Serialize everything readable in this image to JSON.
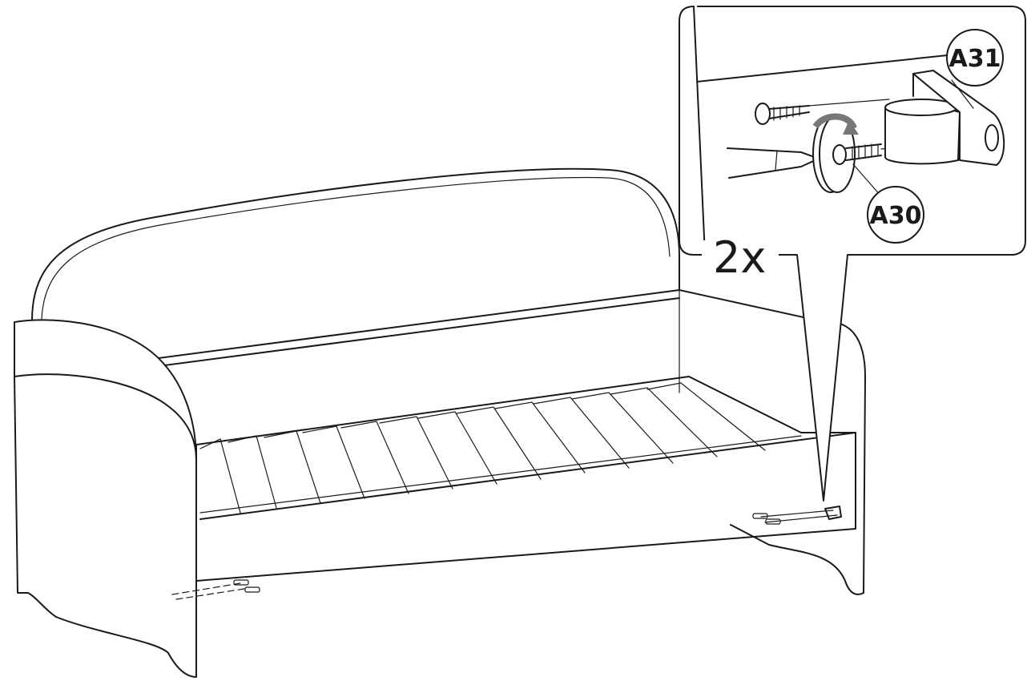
{
  "callout": {
    "quantity": "2x",
    "parts": [
      {
        "id": "A31",
        "label": "A31"
      },
      {
        "id": "A30",
        "label": "A30"
      }
    ]
  },
  "colors": {
    "line": "#1a1a1a",
    "background": "#ffffff",
    "arrow": "#777777"
  }
}
